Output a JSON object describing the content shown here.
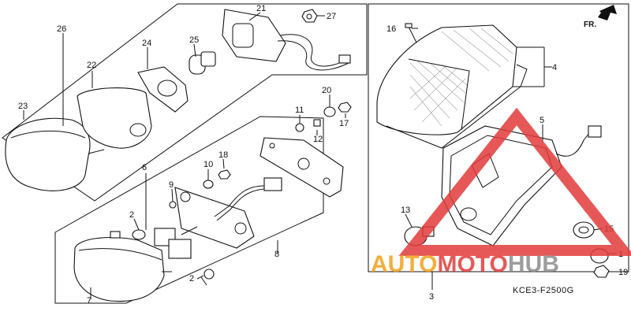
{
  "diagram": {
    "code": "KCE3-F2500G",
    "direction_label": "FR.",
    "part_numbers": {
      "p1": "1",
      "p2a": "2",
      "p2b": "2",
      "p3": "3",
      "p4": "4",
      "p5": "5",
      "p6": "6",
      "p7": "7",
      "p8": "8",
      "p9": "9",
      "p10": "10",
      "p11": "11",
      "p12": "12",
      "p13": "13",
      "p15": "15",
      "p16": "16",
      "p17": "17",
      "p18": "18",
      "p19": "19",
      "p20": "20",
      "p21": "21",
      "p22": "22",
      "p23": "23",
      "p24": "24",
      "p25": "25",
      "p26": "26",
      "p27": "27"
    }
  },
  "watermark": {
    "part1": "AUTO",
    "part2": "MOTO",
    "part3": "HUB",
    "color_orange": "#f2a11a",
    "color_red": "#e23b3b",
    "color_gray": "#8d8d8d"
  }
}
